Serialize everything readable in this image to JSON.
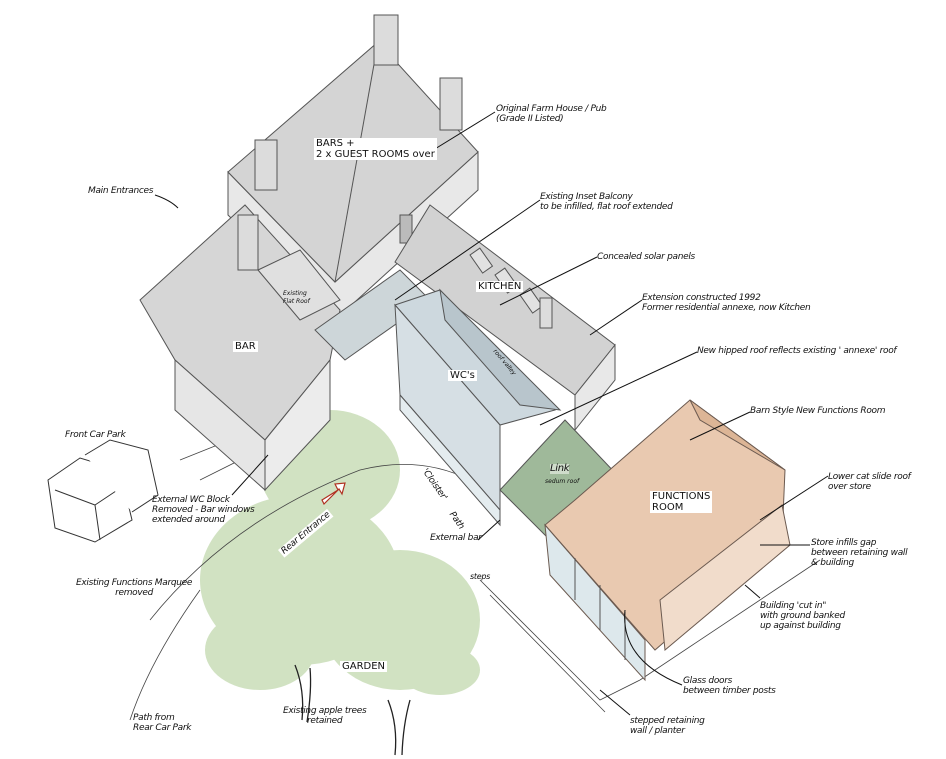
{
  "rooms": {
    "bars": [
      "BARS +",
      "2 x GUEST ROOMS over"
    ],
    "kitchen": "KITCHEN",
    "bar": "BAR",
    "wcs": "WC's",
    "link": "Link",
    "link_sub": "sedum roof",
    "functions": [
      "FUNCTIONS",
      "ROOM"
    ],
    "garden": "GARDEN"
  },
  "small_labels": {
    "existing_flat_roof": [
      "Existing",
      "Flat Roof"
    ],
    "roof_valley": "roof valley",
    "rear_entrance": "Rear Entrance",
    "cloister": "'Cloister'",
    "path": "Path",
    "steps": "steps",
    "external_bar": "External bar"
  },
  "annotations": {
    "main_entrances": "Main Entrances",
    "farm_house": [
      "Original Farm House / Pub",
      "(Grade II Listed)"
    ],
    "inset_balcony": [
      "Existing Inset Balcony",
      "to be infilled, flat roof extended"
    ],
    "solar_panels": "Concealed solar panels",
    "extension": [
      "Extension constructed 1992",
      "Former residential annexe, now Kitchen"
    ],
    "hipped_roof": "New hipped roof reflects existing ' annexe' roof",
    "barn_style": "Barn Style New Functions Room",
    "cat_slide": [
      "Lower  cat slide roof",
      "over store"
    ],
    "store_infills": [
      "Store infills gap",
      "between retaining wall",
      "& building"
    ],
    "cut_in": [
      "Building 'cut in\"",
      "with ground banked",
      "up against building"
    ],
    "glass_doors": [
      "Glass doors",
      "between timber posts"
    ],
    "retaining_wall": [
      "stepped retaining",
      "wall / planter"
    ],
    "front_car_park": "Front Car Park",
    "wc_block": [
      "External WC Block",
      "Removed - Bar windows",
      "extended around"
    ],
    "marquee": [
      "Existing Functions Marquee",
      "removed"
    ],
    "path_rear": [
      "Path from",
      "Rear Car Park"
    ],
    "apple_trees": [
      "Existing apple trees",
      "retained"
    ]
  },
  "colors": {
    "roof_grey": "#d4d4d4",
    "wall_grey": "#e6e6e6",
    "wc_blue": "#cdd8de",
    "sedum_green": "#9fb99a",
    "garden_green": "#c9ddb8",
    "functions_peach": "#e9c9b0",
    "entrance_arrow": "#b03020"
  }
}
